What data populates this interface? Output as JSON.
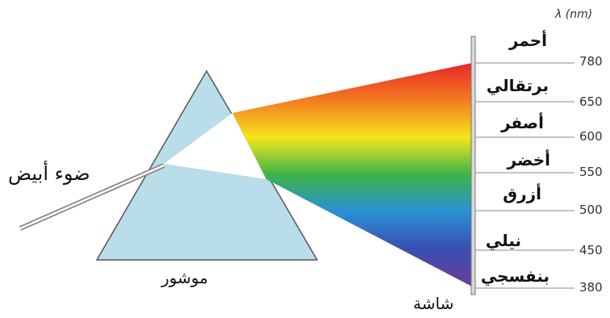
{
  "labels": {
    "white_light": "ضوء أبيض",
    "prism": "موشور",
    "screen": "شاشة",
    "unit": "λ (nm)"
  },
  "bands": [
    {
      "name": "أحمر"
    },
    {
      "name": "برتقالي"
    },
    {
      "name": "أصفر"
    },
    {
      "name": "أخضر"
    },
    {
      "name": "أزرق"
    },
    {
      "name": "نيلي"
    },
    {
      "name": "بنفسجي"
    }
  ],
  "wavelengths": [
    "780",
    "650",
    "600",
    "550",
    "500",
    "450",
    "380"
  ],
  "colors": {
    "prism_fill": "#b9dde9",
    "prism_stroke": "#555555",
    "spectrum": [
      "#e8252b",
      "#f47b20",
      "#f6e51d",
      "#3db44a",
      "#2a8fd6",
      "#3a4fb0",
      "#6a3d9a"
    ],
    "ray": "#888888"
  }
}
